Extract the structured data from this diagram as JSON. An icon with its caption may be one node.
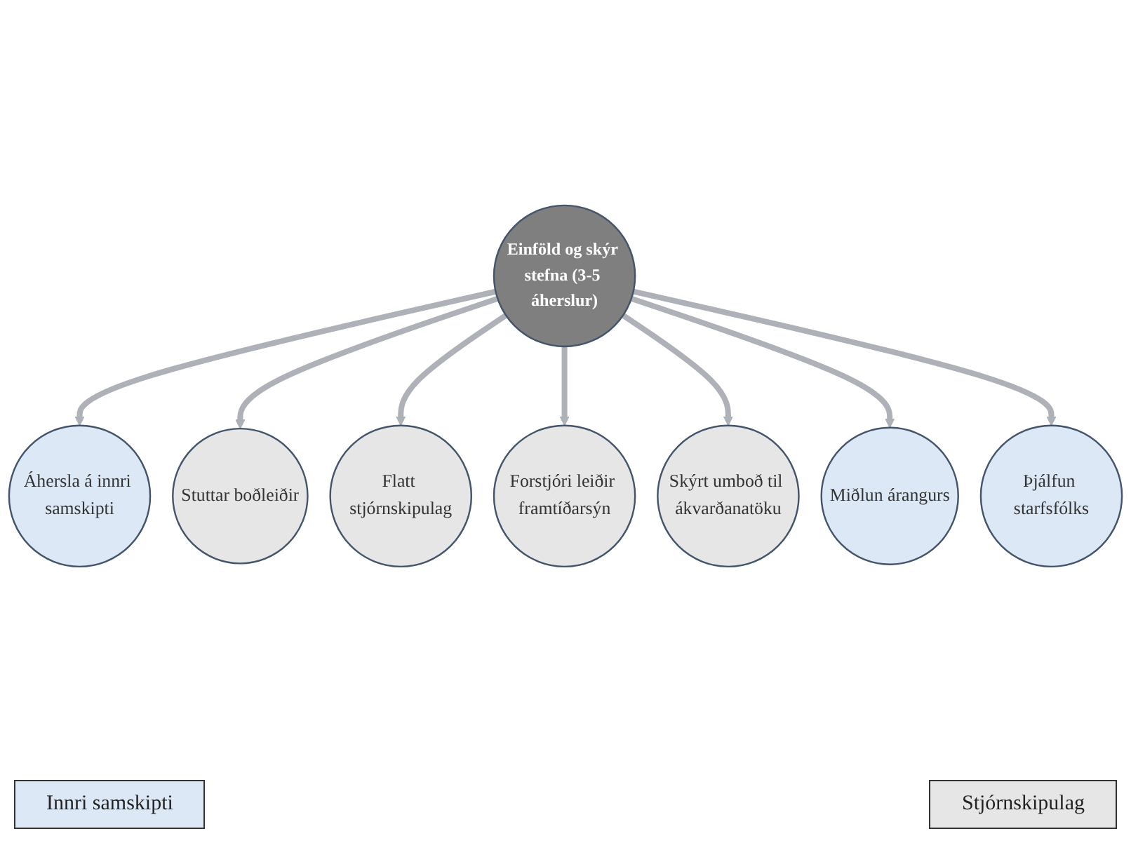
{
  "diagram": {
    "nodes": [
      {
        "text": [
          "Einföld og skýr stefna (3-5 áherslur)"
        ]
      },
      {
        "text": [
          "Áhersla á innri samskipti"
        ]
      },
      {
        "text": [
          "Stuttar boðleiðir"
        ]
      },
      {
        "text": [
          "Flatt stjórnskipulag"
        ]
      },
      {
        "text": [
          "Forstjóri leiðir framtíðarsýn"
        ]
      },
      {
        "text": [
          "Skýrt umboð til ákvarðanatöku"
        ]
      },
      {
        "text": [
          "Miðlun árangurs"
        ]
      },
      {
        "text": [
          "Þjálfun starfsfólks"
        ]
      }
    ],
    "edges": [
      {
        "from": 0,
        "to": 1,
        "arrow": "to"
      },
      {
        "from": 0,
        "to": 2,
        "arrow": "to"
      },
      {
        "from": 0,
        "to": 3,
        "arrow": "to"
      },
      {
        "from": 0,
        "to": 4,
        "arrow": "to"
      },
      {
        "from": 0,
        "to": 5,
        "arrow": "to"
      },
      {
        "from": 0,
        "to": 6,
        "arrow": "to"
      },
      {
        "from": 0,
        "to": 7,
        "arrow": "to"
      }
    ],
    "legend": [
      {
        "text": "Innri samskipti",
        "color": "#dce8f5"
      },
      {
        "text": "Stjórnskipulag",
        "color": "#e6e6e6"
      }
    ]
  }
}
